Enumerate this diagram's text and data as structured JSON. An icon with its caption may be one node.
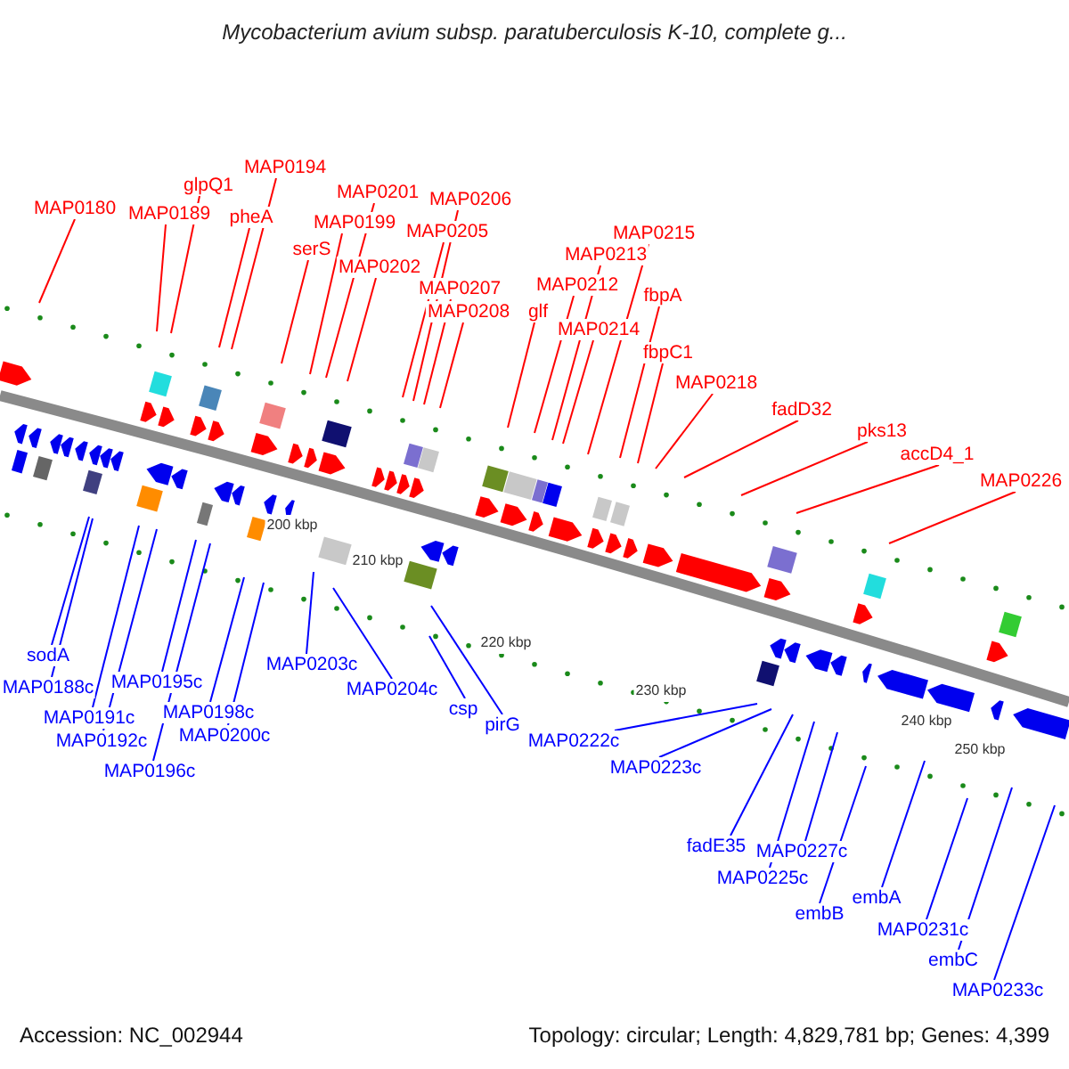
{
  "diagram": {
    "title": "Mycobacterium avium subsp. paratuberculosis K-10, complete g...",
    "nodes": [
      {
        "text": [
          "MAP0180"
        ]
      },
      {
        "text": [
          "MAP0189"
        ]
      },
      {
        "text": [
          "glpQ1"
        ]
      },
      {
        "text": [
          "pheA"
        ]
      },
      {
        "text": [
          "MAP0194"
        ]
      },
      {
        "text": [
          "serS"
        ]
      },
      {
        "text": [
          "MAP0199"
        ]
      },
      {
        "text": [
          "MAP0201"
        ]
      },
      {
        "text": [
          "MAP0202"
        ]
      },
      {
        "text": [
          "MAP0205"
        ]
      },
      {
        "text": [
          "MAP0206"
        ]
      },
      {
        "text": [
          "MAP0207"
        ]
      },
      {
        "text": [
          "MAP0208"
        ]
      },
      {
        "text": [
          "glf"
        ]
      },
      {
        "text": [
          "MAP0212"
        ]
      },
      {
        "text": [
          "MAP0213"
        ]
      },
      {
        "text": [
          "MAP0214"
        ]
      },
      {
        "text": [
          "MAP0215"
        ]
      },
      {
        "text": [
          "fbpA"
        ]
      },
      {
        "text": [
          "fbpC1"
        ]
      },
      {
        "text": [
          "MAP0218"
        ]
      },
      {
        "text": [
          "fadD32"
        ]
      },
      {
        "text": [
          "pks13"
        ]
      },
      {
        "text": [
          "accD4_1"
        ]
      },
      {
        "text": [
          "MAP0226"
        ]
      },
      {
        "text": [
          "sodA"
        ]
      },
      {
        "text": [
          "MAP0188c"
        ]
      },
      {
        "text": [
          "MAP0191c"
        ]
      },
      {
        "text": [
          "MAP0192c"
        ]
      },
      {
        "text": [
          "MAP0195c"
        ]
      },
      {
        "text": [
          "MAP0196c"
        ]
      },
      {
        "text": [
          "MAP0198c"
        ]
      },
      {
        "text": [
          "MAP0200c"
        ]
      },
      {
        "text": [
          "MAP0203c"
        ]
      },
      {
        "text": [
          "MAP0204c"
        ]
      },
      {
        "text": [
          "csp"
        ]
      },
      {
        "text": [
          "pirG"
        ]
      },
      {
        "text": [
          "MAP0222c"
        ]
      },
      {
        "text": [
          "MAP0223c"
        ]
      },
      {
        "text": [
          "fadE35"
        ]
      },
      {
        "text": [
          "MAP0227c"
        ]
      },
      {
        "text": [
          "MAP0225c"
        ]
      },
      {
        "text": [
          "embB"
        ]
      },
      {
        "text": [
          "embA"
        ]
      },
      {
        "text": [
          "MAP0231c"
        ]
      },
      {
        "text": [
          "embC"
        ]
      },
      {
        "text": [
          "MAP0233c"
        ]
      }
    ],
    "edges": [
      {
        "from": 0,
        "to": null,
        "arrow": "none"
      },
      {
        "from": 1,
        "to": null,
        "arrow": "none"
      },
      {
        "from": 2,
        "to": null,
        "arrow": "none"
      },
      {
        "from": 3,
        "to": null,
        "arrow": "none"
      },
      {
        "from": 4,
        "to": null,
        "arrow": "none"
      },
      {
        "from": 5,
        "to": null,
        "arrow": "none"
      },
      {
        "from": 6,
        "to": null,
        "arrow": "none"
      },
      {
        "from": 7,
        "to": null,
        "arrow": "none"
      },
      {
        "from": 8,
        "to": null,
        "arrow": "none"
      },
      {
        "from": 9,
        "to": null,
        "arrow": "none"
      },
      {
        "from": 10,
        "to": null,
        "arrow": "none"
      },
      {
        "from": 11,
        "to": null,
        "arrow": "none"
      },
      {
        "from": 12,
        "to": null,
        "arrow": "none"
      },
      {
        "from": 13,
        "to": null,
        "arrow": "none"
      },
      {
        "from": 14,
        "to": null,
        "arrow": "none"
      },
      {
        "from": 15,
        "to": null,
        "arrow": "none"
      },
      {
        "from": 16,
        "to": null,
        "arrow": "none"
      },
      {
        "from": 17,
        "to": null,
        "arrow": "none"
      },
      {
        "from": 18,
        "to": null,
        "arrow": "none"
      },
      {
        "from": 19,
        "to": null,
        "arrow": "none"
      },
      {
        "from": 20,
        "to": null,
        "arrow": "none"
      },
      {
        "from": 21,
        "to": null,
        "arrow": "none"
      },
      {
        "from": 22,
        "to": null,
        "arrow": "none"
      },
      {
        "from": 23,
        "to": null,
        "arrow": "none"
      },
      {
        "from": 24,
        "to": null,
        "arrow": "none"
      },
      {
        "from": 25,
        "to": null,
        "arrow": "none",
        "color": "#0000ff"
      },
      {
        "from": 26,
        "to": null,
        "arrow": "none",
        "color": "#0000ff"
      },
      {
        "from": 27,
        "to": null,
        "arrow": "none",
        "color": "#0000ff"
      },
      {
        "from": 28,
        "to": null,
        "arrow": "none",
        "color": "#0000ff"
      },
      {
        "from": 29,
        "to": null,
        "arrow": "none",
        "color": "#0000ff"
      },
      {
        "from": 30,
        "to": null,
        "arrow": "none",
        "color": "#0000ff"
      },
      {
        "from": 31,
        "to": null,
        "arrow": "none",
        "color": "#0000ff"
      },
      {
        "from": 32,
        "to": null,
        "arrow": "none",
        "color": "#0000ff"
      },
      {
        "from": 33,
        "to": null,
        "arrow": "none",
        "color": "#0000ff"
      },
      {
        "from": 34,
        "to": null,
        "arrow": "none",
        "color": "#0000ff"
      },
      {
        "from": 35,
        "to": null,
        "arrow": "none",
        "color": "#0000ff"
      },
      {
        "from": 36,
        "to": null,
        "arrow": "none",
        "color": "#0000ff"
      },
      {
        "from": 37,
        "to": null,
        "arrow": "none",
        "color": "#0000ff"
      },
      {
        "from": 38,
        "to": null,
        "arrow": "none",
        "color": "#0000ff"
      },
      {
        "from": 39,
        "to": null,
        "arrow": "none",
        "color": "#0000ff"
      },
      {
        "from": 40,
        "to": null,
        "arrow": "none",
        "color": "#0000ff"
      },
      {
        "from": 41,
        "to": null,
        "arrow": "none",
        "color": "#0000ff"
      },
      {
        "from": 42,
        "to": null,
        "arrow": "none",
        "color": "#0000ff"
      },
      {
        "from": 43,
        "to": null,
        "arrow": "none",
        "color": "#0000ff"
      },
      {
        "from": 44,
        "to": null,
        "arrow": "none",
        "color": "#0000ff"
      },
      {
        "from": 45,
        "to": null,
        "arrow": "none",
        "color": "#0000ff"
      },
      {
        "from": 46,
        "to": null,
        "arrow": "none",
        "color": "#0000ff"
      }
    ],
    "labels": [
      "200 kbp",
      "210 kbp",
      "220 kbp",
      "230 kbp",
      "240 kbp",
      "250 kbp",
      "Accession: NC_002944",
      "Topology: circular; Length: 4,829,781 bp; Genes: 4,399"
    ]
  }
}
